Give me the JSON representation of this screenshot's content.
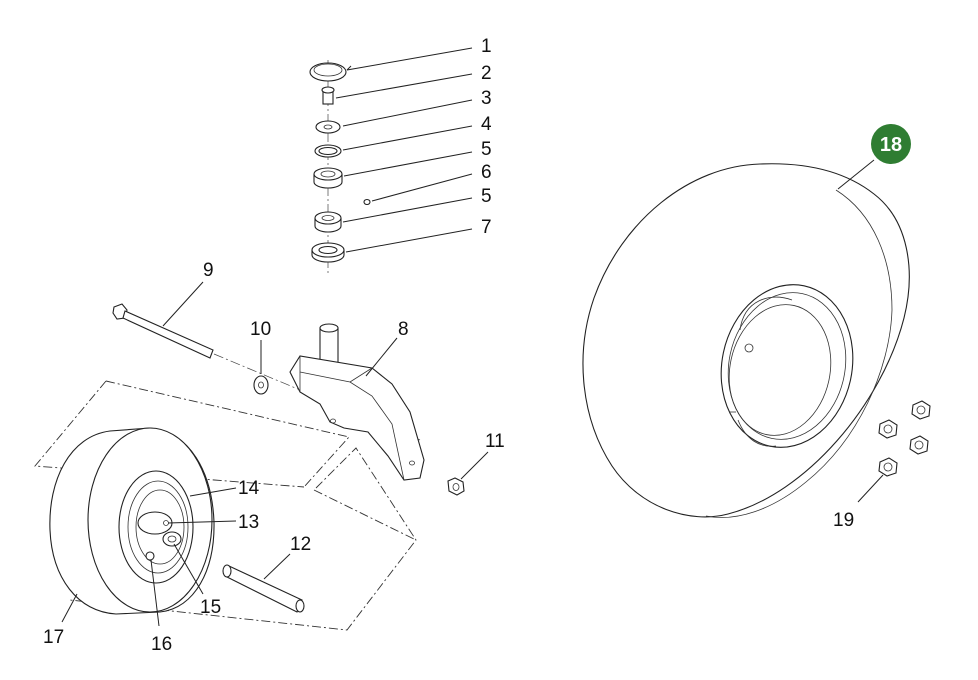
{
  "callouts": [
    {
      "id": "1",
      "label": "1"
    },
    {
      "id": "2",
      "label": "2"
    },
    {
      "id": "3",
      "label": "3"
    },
    {
      "id": "4",
      "label": "4"
    },
    {
      "id": "5a",
      "label": "5"
    },
    {
      "id": "6",
      "label": "6"
    },
    {
      "id": "5b",
      "label": "5"
    },
    {
      "id": "7",
      "label": "7"
    },
    {
      "id": "8",
      "label": "8"
    },
    {
      "id": "9",
      "label": "9"
    },
    {
      "id": "10",
      "label": "10"
    },
    {
      "id": "11",
      "label": "11"
    },
    {
      "id": "12",
      "label": "12"
    },
    {
      "id": "13",
      "label": "13"
    },
    {
      "id": "14",
      "label": "14"
    },
    {
      "id": "15",
      "label": "15"
    },
    {
      "id": "16",
      "label": "16"
    },
    {
      "id": "17",
      "label": "17"
    },
    {
      "id": "19",
      "label": "19"
    }
  ],
  "badge": {
    "label": "18",
    "color": "#2f7d32"
  }
}
